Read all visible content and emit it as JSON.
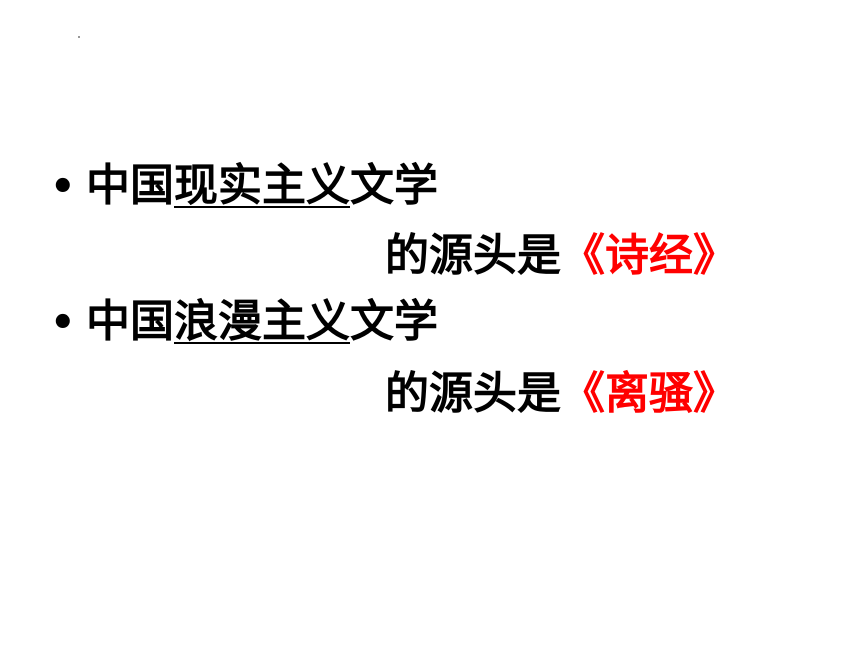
{
  "items": [
    {
      "bullet": "•",
      "prefix": "中国",
      "term": "现实主义",
      "suffix": "文学",
      "continuation": "的源头是",
      "answer": "《诗经》"
    },
    {
      "bullet": "•",
      "prefix": "中国",
      "term": "浪漫主义",
      "suffix": "文学",
      "continuation": "的源头是",
      "answer": "《离骚》"
    }
  ],
  "colors": {
    "text": "#000000",
    "highlight": "#ff0000",
    "background": "#ffffff"
  }
}
